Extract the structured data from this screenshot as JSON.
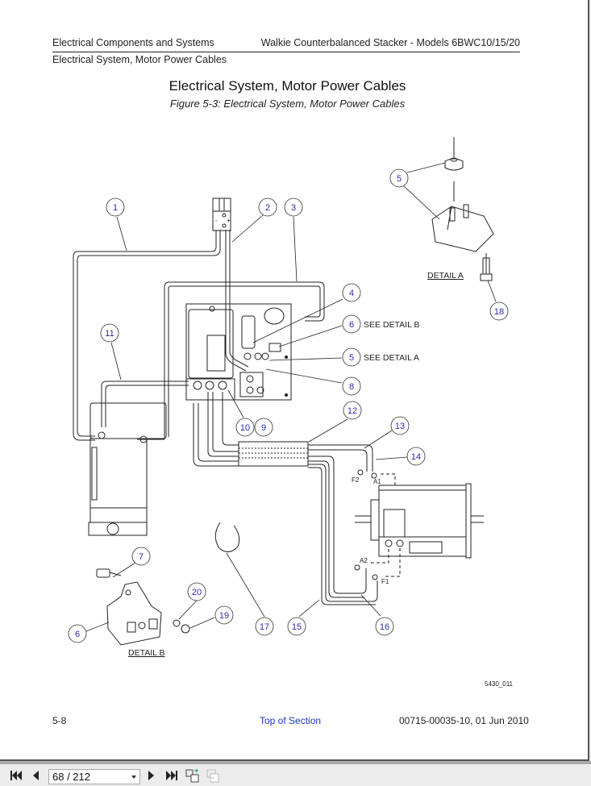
{
  "header": {
    "left": "Electrical Components and Systems",
    "right": "Walkie Counterbalanced Stacker - Models 6BWC10/15/20",
    "sub": "Electrical System, Motor Power Cables"
  },
  "title": "Electrical System, Motor Power Cables",
  "caption": "Figure 5-3:  Electrical System, Motor Power Cables",
  "diagram": {
    "callouts": [
      "1",
      "2",
      "3",
      "4",
      "5",
      "5",
      "6",
      "6",
      "7",
      "8",
      "9",
      "10",
      "11",
      "12",
      "13",
      "14",
      "15",
      "16",
      "17",
      "18",
      "19",
      "20"
    ],
    "notes": {
      "see_detail_b": "SEE DETAIL B",
      "see_detail_a": "SEE DETAIL A",
      "detail_a": "DETAIL A",
      "detail_b": "DETAIL B"
    },
    "terminals": {
      "f1": "F1",
      "f2": "F2",
      "a1": "A1",
      "a2": "A2"
    },
    "connector_minus": "-",
    "connector_plus": "+",
    "figure_id": "5430_011",
    "colors": {
      "callout_text": "#2a2ab0",
      "line": "#222222"
    }
  },
  "footer": {
    "page": "5-8",
    "link": "Top of Section",
    "doc": "00715-00035-10, 01 Jun 2010"
  },
  "toolbar": {
    "page_value": "68 / 212",
    "buttons": [
      "first-page",
      "previous-page",
      "next-page",
      "last-page",
      "rotate-view",
      "page-view"
    ]
  }
}
